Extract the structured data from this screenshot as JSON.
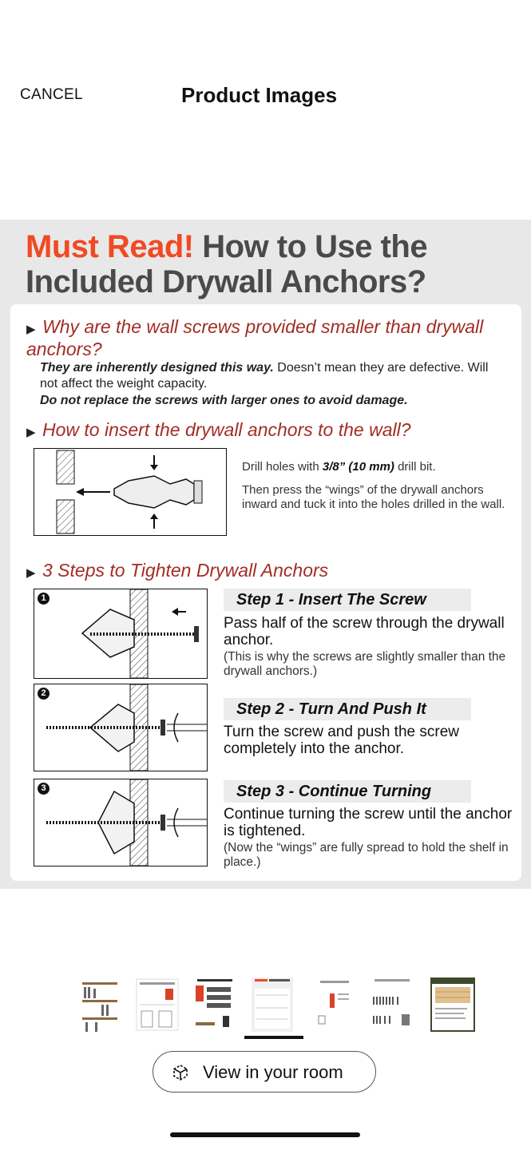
{
  "header": {
    "cancel": "CANCEL",
    "title": "Product Images"
  },
  "infographic": {
    "headline_red": "Must Read!",
    "headline_rest": "How to Use the Included Drywall Anchors?",
    "q1": {
      "title": "Why are the wall screws provided smaller than drywall anchors?",
      "ans_bold": "They are inherently designed this way.",
      "ans_rest": "Doesn’t mean they are defective. Will not affect the weight capacity.",
      "ans_line2": "Do not replace the screws with larger ones to avoid damage."
    },
    "q2": {
      "title": "How to insert the drywall anchors to the wall?",
      "drill_pre": "Drill holes with",
      "drill_bold": "3/8” (10 mm)",
      "drill_post": "drill bit.",
      "press": "Then press the “wings” of the drywall anchors inward and tuck it into the holes drilled in the wall."
    },
    "q3": {
      "title": "3 Steps to Tighten Drywall Anchors"
    },
    "steps": [
      {
        "num": "1",
        "head": "Step 1 - Insert The Screw",
        "body": "Pass half of the screw through the drywall anchor.",
        "note": "(This is why the screws are slightly smaller than the drywall anchors.)"
      },
      {
        "num": "2",
        "head": "Step 2 - Turn And Push It",
        "body": "Turn the screw and push the screw completely into the anchor.",
        "note": ""
      },
      {
        "num": "3",
        "head": "Step 3 - Continue Turning",
        "body": "Continue turning the screw until the anchor is tightened.",
        "note": "(Now the “wings” are fully spread to hold the shelf in place.)"
      }
    ]
  },
  "thumbnails": {
    "count": 7,
    "active_index": 3
  },
  "view_button": {
    "label": "View in your room",
    "icon": "ar-cube-icon"
  },
  "colors": {
    "accent_red": "#f04a23",
    "question_red": "#a22d25",
    "headline_gray": "#4a4a4a"
  }
}
